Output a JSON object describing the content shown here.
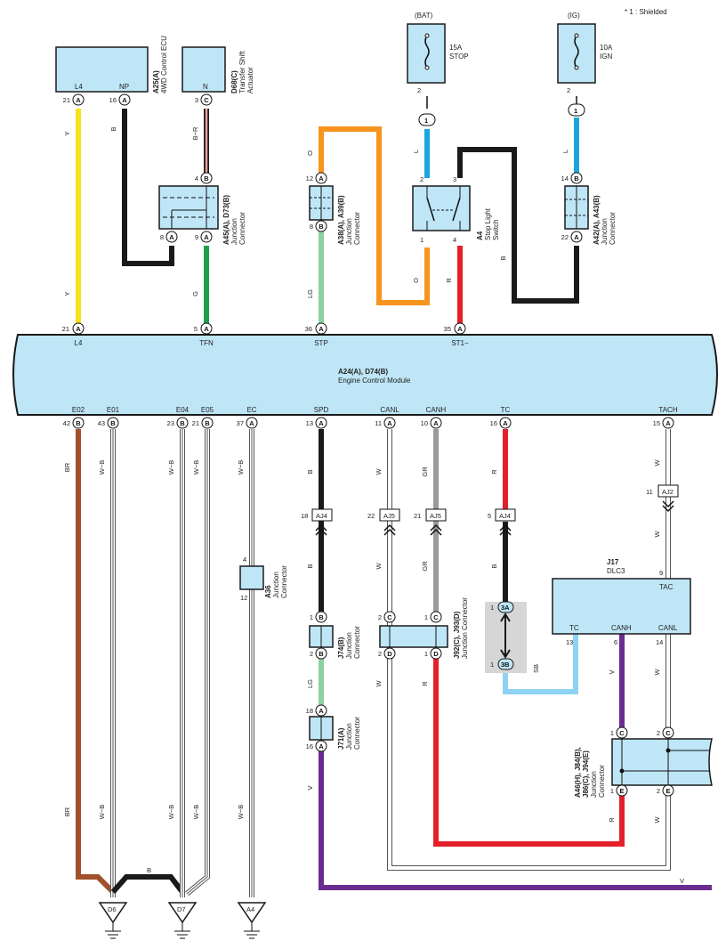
{
  "note": "* 1 : Shielded",
  "ecm": {
    "id": "A24(A), D74(B)",
    "name": "Engine Control Module",
    "top_pins": [
      {
        "num": "21",
        "conn": "A",
        "name": "L4"
      },
      {
        "num": "5",
        "conn": "A",
        "name": "TFN"
      },
      {
        "num": "36",
        "conn": "A",
        "name": "STP"
      },
      {
        "num": "35",
        "conn": "A",
        "name": "ST1−"
      }
    ],
    "bottom_pins": [
      {
        "num": "42",
        "conn": "B",
        "name": "E02"
      },
      {
        "num": "43",
        "conn": "B",
        "name": "E01"
      },
      {
        "num": "23",
        "conn": "B",
        "name": "E04"
      },
      {
        "num": "21",
        "conn": "B",
        "name": "E05"
      },
      {
        "num": "37",
        "conn": "A",
        "name": "EC"
      },
      {
        "num": "13",
        "conn": "A",
        "name": "SPD"
      },
      {
        "num": "11",
        "conn": "A",
        "name": "CANL"
      },
      {
        "num": "10",
        "conn": "A",
        "name": "CANH"
      },
      {
        "num": "16",
        "conn": "A",
        "name": "TC"
      },
      {
        "num": "15",
        "conn": "A",
        "name": "TACH"
      }
    ]
  },
  "components": {
    "ecu_4wd": {
      "id": "A25(A)",
      "name": "4WD Control ECU",
      "pins": [
        "L4",
        "NP"
      ]
    },
    "actuator": {
      "id": "D68(C)",
      "name1": "Transfer Shift",
      "name2": "Actuator",
      "pin": "N"
    },
    "fuse_stop": {
      "source": "(BAT)",
      "rating": "15A",
      "name": "STOP"
    },
    "fuse_ign": {
      "source": "(IG)",
      "rating": "10A",
      "name": "IGN"
    },
    "jc_a45": {
      "id": "A45(A), D73(B)",
      "name1": "Junction",
      "name2": "Connector"
    },
    "jc_a38": {
      "id": "A38(A), A39(B)",
      "name1": "Junction",
      "name2": "Connector"
    },
    "stop_switch": {
      "id": "A4",
      "name1": "Stop Light",
      "name2": "Switch"
    },
    "jc_a42": {
      "id": "A42(A), A43(B)",
      "name1": "Junction",
      "name2": "Connector"
    },
    "jc_a36": {
      "id": "A36",
      "name1": "Junction",
      "name2": "Connector"
    },
    "jc_j74": {
      "id": "J74(B)",
      "name1": "Junction",
      "name2": "Connector"
    },
    "jc_j71": {
      "id": "J71(A)",
      "name1": "Junction",
      "name2": "Connector"
    },
    "jc_j92": {
      "id": "J92(C), J93(D)",
      "name": "Junction Connector"
    },
    "dlc3": {
      "id": "J17",
      "name": "DLC3",
      "pins": [
        "TAC",
        "TC",
        "CANH",
        "CANL"
      ]
    },
    "jc_a46": {
      "id1": "A46(H), J84(B),",
      "id2": "J86(C), J94(E)",
      "name1": "Junction",
      "name2": "Connector"
    },
    "aj4": "AJ4",
    "aj5": "AJ5",
    "aj2": "AJ2",
    "grounds": [
      "D6",
      "D7",
      "A4"
    ]
  },
  "wire_colors": {
    "Y": "#f7e01c",
    "B": "#1a1a1a",
    "BR": "#a0522d",
    "G": "#1f9e4a",
    "LG": "#8fd19e",
    "O": "#f7941d",
    "L": "#1ba5e0",
    "R": "#e3202a",
    "GR": "#9a9a9a",
    "V": "#6a2c91",
    "SB": "#8fd3f4",
    "W": "#ffffff",
    "W-B": "#ffffff",
    "B-R": "#e8a09a"
  },
  "wire_labels": {
    "y": "Y",
    "b": "B",
    "br": "BR",
    "g": "G",
    "lg": "LG",
    "o": "O",
    "l": "L",
    "r": "R",
    "gr": "GR",
    "v": "V",
    "sb": "SB",
    "w": "W",
    "wb": "W−B",
    "b_r": "B−R"
  },
  "shield_tag": "3A",
  "shield_tag2": "3B",
  "colors": {
    "component_fill": "#bfe6f7",
    "shield_box": "#d6d6d6",
    "outline": "#1a1a1a"
  }
}
